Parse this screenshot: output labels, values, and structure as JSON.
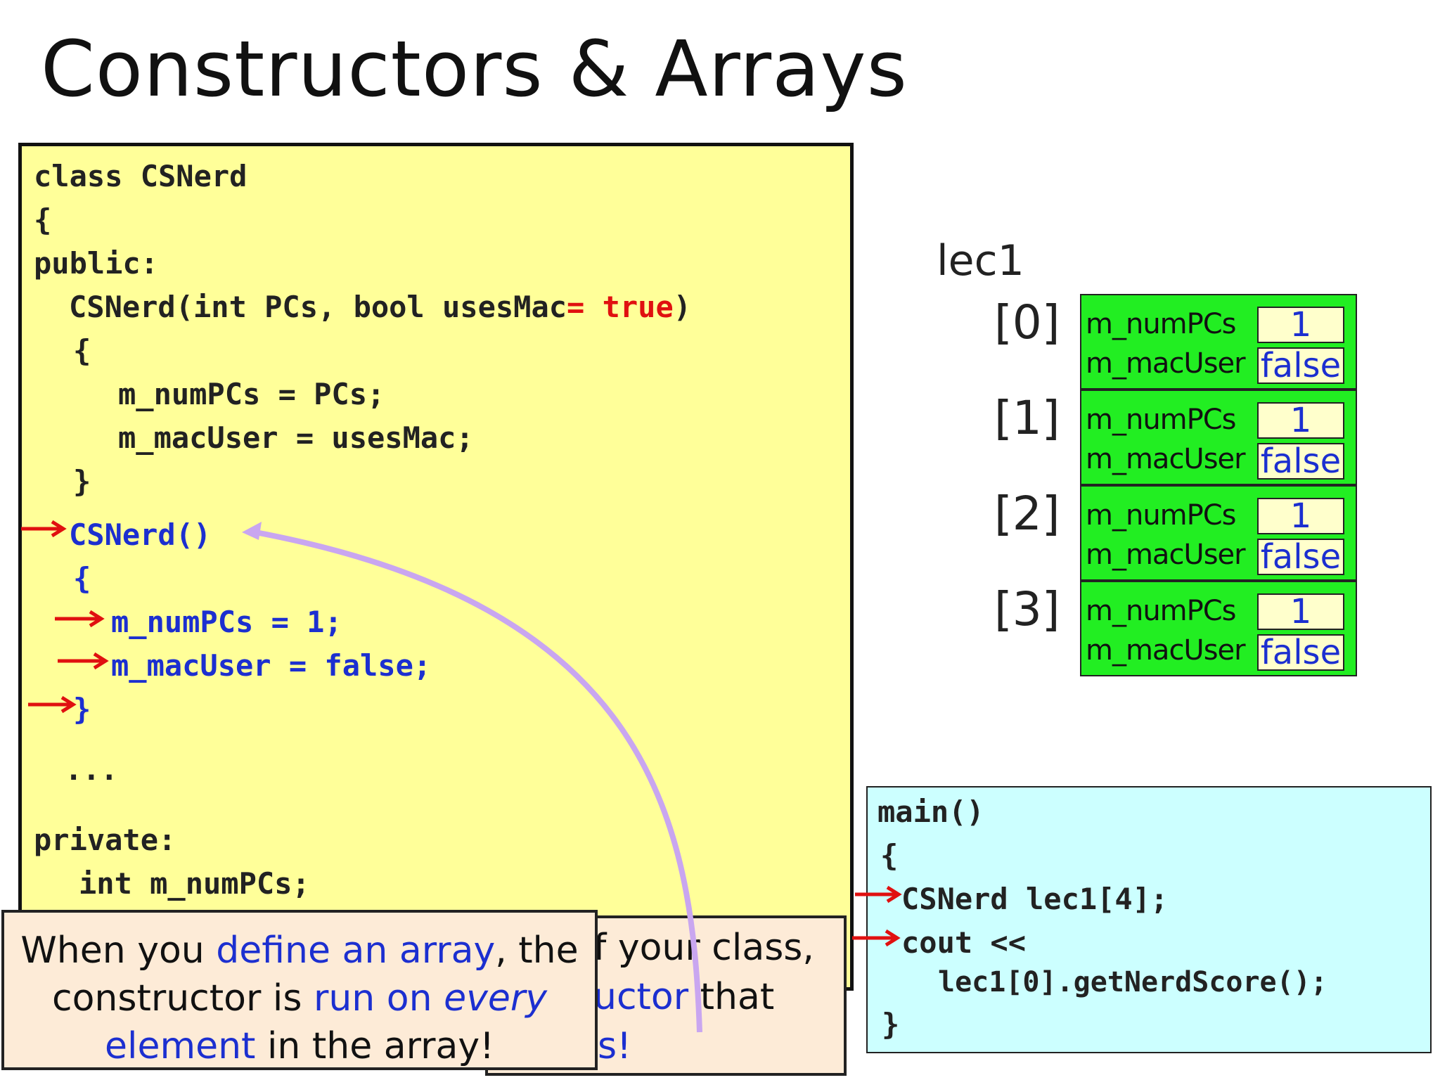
{
  "title": "Constructors & Arrays",
  "class_code": {
    "l1": "class CSNerd",
    "l2": "{",
    "l3": "public:",
    "l4_a": "CSNerd(int PCs, bool usesMac",
    "l4_b": "= true",
    "l4_c": ")",
    "l5": "{",
    "l6": "m_numPCs = PCs;",
    "l7": "m_macUser = usesMac;",
    "l8": "}",
    "l9": "CSNerd()",
    "l10": "{",
    "l11": "m_numPCs = 1;",
    "l12": "m_macUser = false;",
    "l13": "}",
    "l14": "...",
    "l15": "private:",
    "l16": "int m_numPCs;"
  },
  "main_code": {
    "l1": "main()",
    "l2": "{",
    "l3": "CSNerd lec1[4];",
    "l4": "cout <<",
    "l5": "lec1[0].getNerdScore();",
    "l6": "}"
  },
  "array": {
    "name": "lec1",
    "elements": [
      {
        "index": "[0]",
        "f1": "m_numPCs",
        "v1": "1",
        "f2": "m_macUser",
        "v2": "false"
      },
      {
        "index": "[1]",
        "f1": "m_numPCs",
        "v1": "1",
        "f2": "m_macUser",
        "v2": "false"
      },
      {
        "index": "[2]",
        "f1": "m_numPCs",
        "v1": "1",
        "f2": "m_macUser",
        "v2": "false"
      },
      {
        "index": "[3]",
        "f1": "m_numPCs",
        "v1": "1",
        "f2": "m_macUser",
        "v2": "false"
      }
    ]
  },
  "tip": {
    "p1": "When you ",
    "p2": "define an array",
    "p3": ", the",
    "p4": "constructor is ",
    "p5": "run on ",
    "p6": "every",
    "p7": "element",
    "p8": " in the array!"
  },
  "tip_behind": {
    "a": "f your class,",
    "b": "uctor",
    "c": "that",
    "d": "s!"
  },
  "colors": {
    "code_bg": "#ffff99",
    "main_bg": "#ccffff",
    "cell_bg": "#22ee22",
    "highlight": "#1c2fd0",
    "arrow": "#e01010",
    "curve": "#c9a6f0"
  }
}
